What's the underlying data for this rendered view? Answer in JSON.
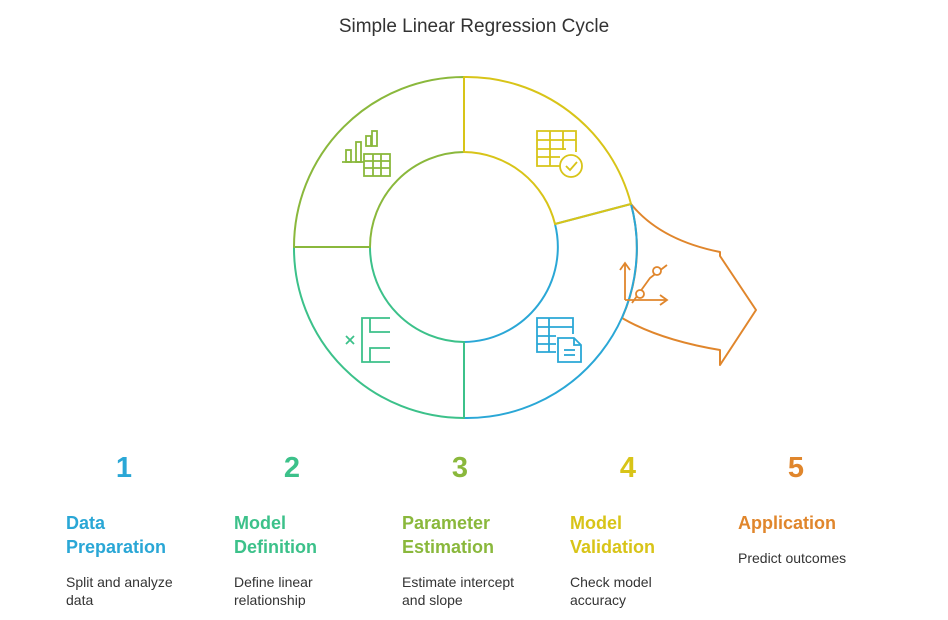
{
  "title": "Simple Linear Regression Cycle",
  "colors": {
    "blue": "#2aa7d6",
    "teal": "#3cc18a",
    "green": "#8ab83c",
    "yellow": "#d8c418",
    "orange": "#e0862c"
  },
  "steps": [
    {
      "number": "1",
      "heading_line1": "Data",
      "heading_line2": "Preparation",
      "desc_line1": "Split and analyze",
      "desc_line2": "data",
      "color": "#2aa7d6",
      "icon": "dataset-document-icon"
    },
    {
      "number": "2",
      "heading_line1": "Model",
      "heading_line2": "Definition",
      "desc_line1": "Define linear",
      "desc_line2": "relationship",
      "color": "#3cc18a",
      "icon": "bracket-formula-icon"
    },
    {
      "number": "3",
      "heading_line1": "Parameter",
      "heading_line2": "Estimation",
      "desc_line1": "Estimate intercept",
      "desc_line2": "and slope",
      "color": "#8ab83c",
      "icon": "bar-chart-table-icon"
    },
    {
      "number": "4",
      "heading_line1": "Model",
      "heading_line2": "Validation",
      "desc_line1": "Check model",
      "desc_line2": "accuracy",
      "color": "#d8c418",
      "icon": "table-check-icon"
    },
    {
      "number": "5",
      "heading_line1": "Application",
      "heading_line2": "",
      "desc_line1": "Predict outcomes",
      "desc_line2": "",
      "color": "#e0862c",
      "icon": "scatter-trend-icon"
    }
  ]
}
